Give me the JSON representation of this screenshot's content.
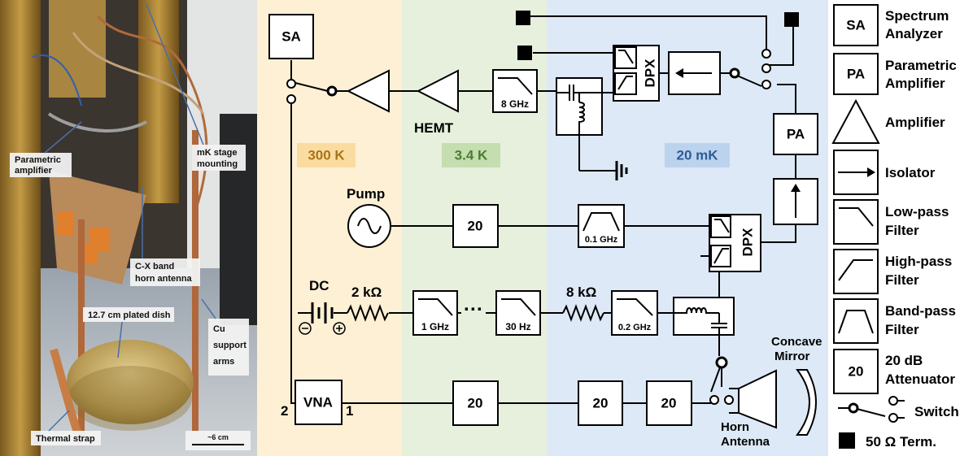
{
  "photo": {
    "labels": {
      "parametric_amplifier": [
        "Parametric",
        "amplifier"
      ],
      "mk_stage": [
        "mK stage",
        "mounting"
      ],
      "horn_antenna": [
        "C-X band",
        "horn antenna"
      ],
      "dish": "12.7 cm plated dish",
      "cu_arms": [
        "Cu",
        "support",
        "arms"
      ],
      "thermal_strap": "Thermal strap",
      "scale": "~6 cm"
    }
  },
  "schematic": {
    "zones": {
      "room": {
        "label": "300 K",
        "bg": "#fdf0d5",
        "tag_bg": "#fbdca0",
        "tag_color": "#a8741b"
      },
      "hemt_stage": {
        "label": "3.4 K",
        "bg": "#e6f0dc",
        "tag_bg": "#c4deb0",
        "tag_color": "#4d7a34"
      },
      "mk": {
        "label": "20 mK",
        "bg": "#dde9f6",
        "tag_bg": "#bcd3ee",
        "tag_color": "#2e5c95"
      }
    },
    "sa_label": "SA",
    "pa_label": "PA",
    "vna_label": "VNA",
    "vna_port_2": "2",
    "vna_port_1": "1",
    "hemt_label": "HEMT",
    "pump_label": "Pump",
    "dc_label": "DC",
    "resistor_1": "2 kΩ",
    "resistor_2": "8 kΩ",
    "dpx_label": "DPX",
    "ellipsis": "···",
    "filters": {
      "lp_8ghz": "8 GHz",
      "bp_01ghz": "0.1 GHz",
      "lp_1ghz": "1 GHz",
      "lp_30hz": "30 Hz",
      "lp_02ghz": "0.2 GHz"
    },
    "attenuator_value": "20",
    "concave_mirror": [
      "Concave",
      "Mirror"
    ],
    "horn_antenna": [
      "Horn",
      "Antenna"
    ]
  },
  "legend": {
    "sa": {
      "symbol": "SA",
      "text": [
        "Spectrum",
        "Analyzer"
      ]
    },
    "pa": {
      "symbol": "PA",
      "text": [
        "Parametric",
        "Amplifier"
      ]
    },
    "amplifier": {
      "text": "Amplifier"
    },
    "isolator": {
      "text": "Isolator"
    },
    "lowpass": {
      "text": [
        "Low-pass",
        "Filter"
      ]
    },
    "highpass": {
      "text": [
        "High-pass",
        "Filter"
      ]
    },
    "bandpass": {
      "text": [
        "Band-pass",
        "Filter"
      ]
    },
    "attenuator": {
      "symbol": "20",
      "text": [
        "20 dB",
        "Attenuator"
      ]
    },
    "switch": {
      "text": "Switch"
    },
    "termination": {
      "text": "50 Ω Term."
    }
  }
}
